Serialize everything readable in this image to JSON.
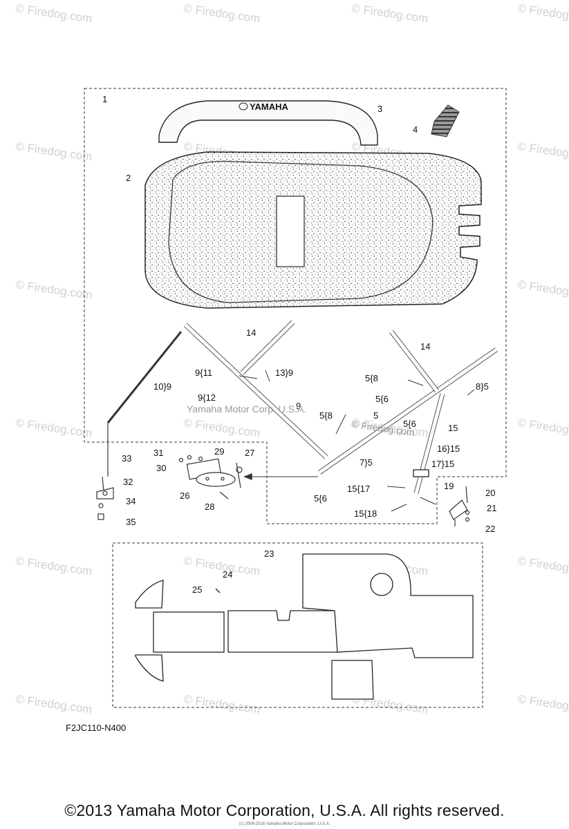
{
  "watermark": "© Firedog.com",
  "overlay_text": {
    "company": "Yamaha Motor Corp. U.S.A.",
    "site": "© Firedog.com"
  },
  "diagram_code": "F2JC110-N400",
  "copyright": "©2013 Yamaha Motor Corporation, U.S.A. All rights reserved.",
  "tiny_copyright": "(c) 2006-2016 Yamaha Motor Corporation, U.S.A.",
  "brand_text": "YAMAHA",
  "labels": {
    "l1": "1",
    "l2": "2",
    "l3": "3",
    "l4": "4",
    "l14a": "14",
    "l14b": "14",
    "l9_11": "9{11",
    "l13_9": "13}9",
    "l9_12": "9{12",
    "l10_9": "10}9",
    "l9": "9",
    "l5_8a": "5{8",
    "l8_5": "8}5",
    "l5_6a": "5{6",
    "l5_8b": "5{8",
    "l5": "5",
    "l5_6b": "5{6",
    "l15": "15",
    "l16_15": "16}15",
    "l17_15": "17}15",
    "l7_5": "7}5",
    "l5_6c": "5{6",
    "l15_17": "15{17",
    "l15_18": "15{18",
    "l19": "19",
    "l20": "20",
    "l21": "21",
    "l22": "22",
    "l31": "31",
    "l29": "29",
    "l27": "27",
    "l30": "30",
    "l26": "26",
    "l28": "28",
    "l33": "33",
    "l32": "32",
    "l34": "34",
    "l35": "35",
    "l23": "23",
    "l24": "24",
    "l25": "25"
  }
}
